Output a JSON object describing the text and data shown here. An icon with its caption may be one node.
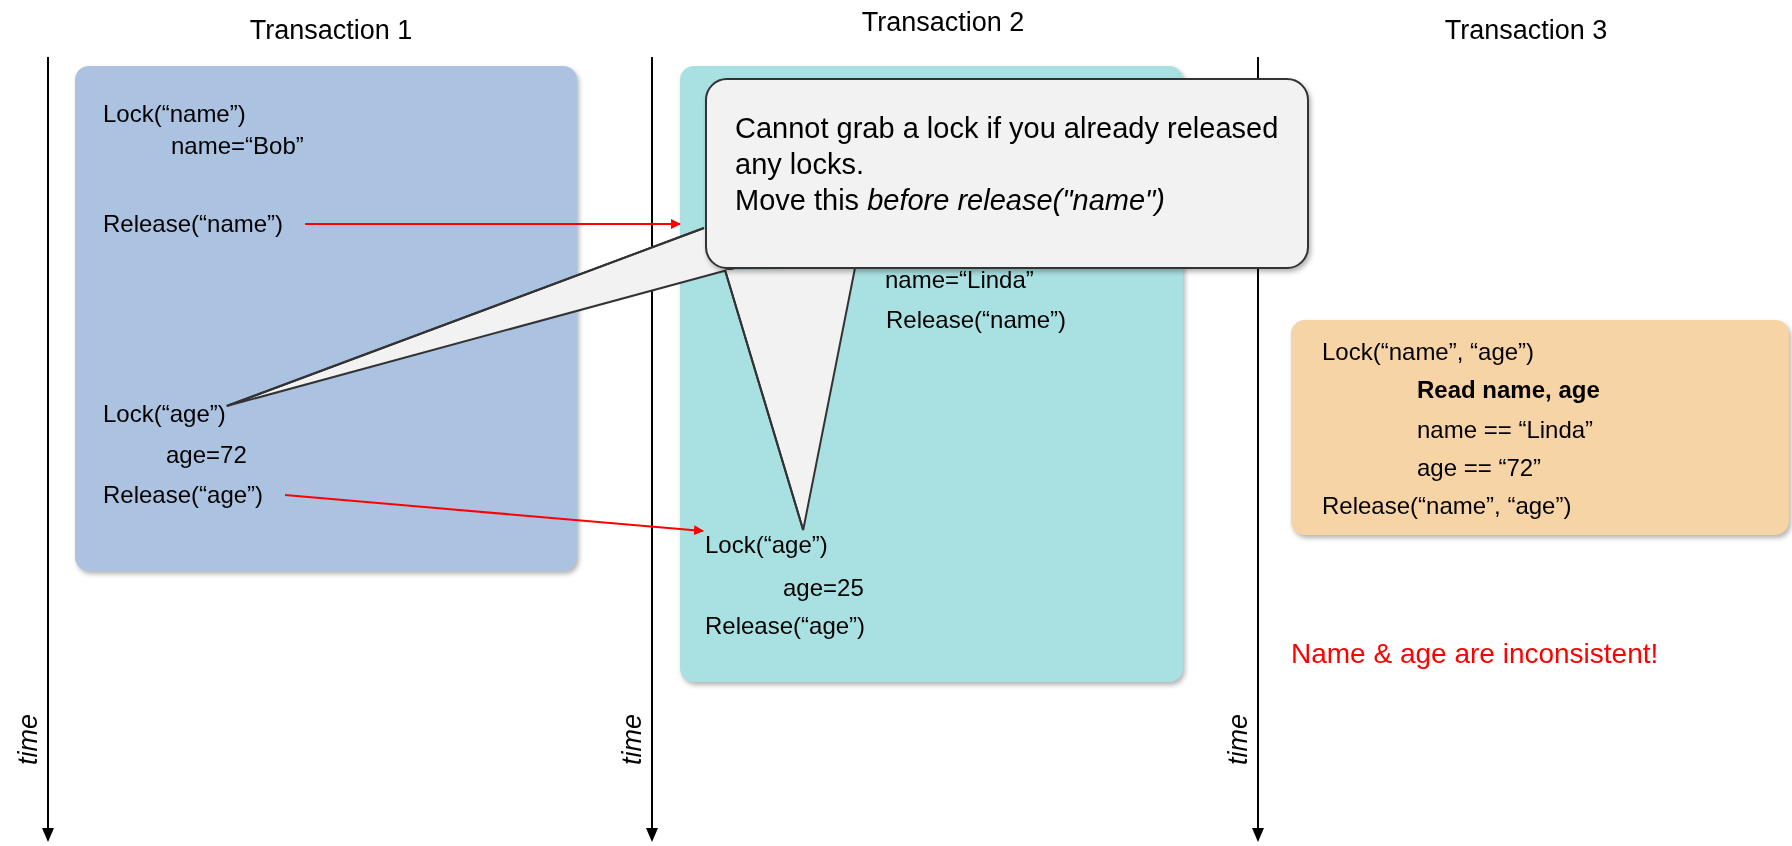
{
  "diagram": {
    "nodes": [
      {
        "text": [],
        "shape": "box"
      },
      {
        "text": [
          "Lock(“name”)"
        ],
        "in": 0
      },
      {
        "text": [
          "name=“Bob”"
        ],
        "in": 0
      },
      {
        "text": [
          "Release(“name”)"
        ],
        "in": 0
      },
      {
        "text": [
          "Lock(“age”)"
        ],
        "in": 0
      },
      {
        "text": [
          "age=72"
        ],
        "in": 0
      },
      {
        "text": [
          "Release(“age”)"
        ],
        "in": 0
      },
      {
        "text": [],
        "shape": "box"
      },
      {
        "text": [
          "name=“Linda”"
        ],
        "in": 7
      },
      {
        "text": [
          "Release(“name”)"
        ],
        "in": 7
      },
      {
        "text": [
          "Lock(“age”)"
        ],
        "in": 7
      },
      {
        "text": [
          "age=25"
        ],
        "in": 7
      },
      {
        "text": [
          "Release(“age”)"
        ],
        "in": 7
      },
      {
        "text": [
          "Lock(“name”, “age”)",
          "Read name, age",
          "name == “Linda”",
          "age == “72”",
          "Release(“name”, “age”)"
        ]
      },
      {
        "text": [
          "Cannot grab a lock if you already released any locks.",
          "Move this *before release(\"name\")*"
        ]
      }
    ],
    "edges": [
      {
        "from": 3,
        "to": 7,
        "arrow": "to",
        "color": "#ff0000"
      },
      {
        "from": 6,
        "to": 10,
        "arrow": "to",
        "color": "#ff0000"
      },
      {
        "from": 14,
        "to": 4,
        "arrow": "none",
        "color": "#333333"
      },
      {
        "from": 14,
        "to": 10,
        "arrow": "none",
        "color": "#333333"
      }
    ],
    "labels": [
      "Transaction 1",
      "Transaction 2",
      "Transaction 3",
      "time",
      "time",
      "time",
      "Name & age are inconsistent!"
    ]
  }
}
